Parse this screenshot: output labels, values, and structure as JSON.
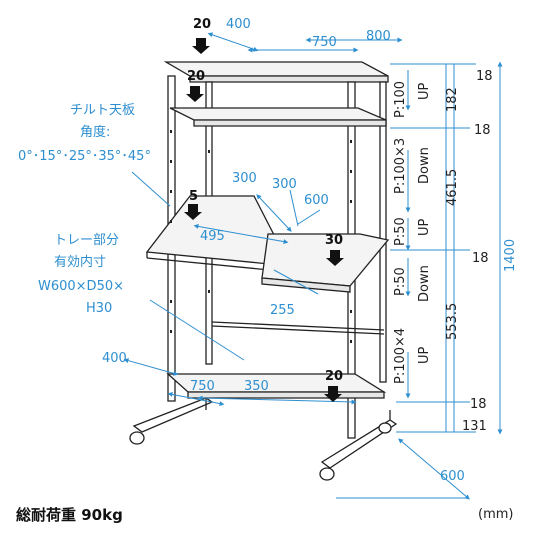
{
  "colors": {
    "dimension_blue": "#2e8fd0",
    "frame": "#222222",
    "shelf_fill": "#f4f4f4"
  },
  "top_dims": {
    "d400": "400",
    "d750": "750",
    "d800": "800"
  },
  "shelf_depth_marks": {
    "top": "20",
    "second": "20",
    "tilt": "5",
    "tray": "30",
    "bottom": "20"
  },
  "tilt_note": {
    "line1": "チルト天板",
    "line2": "角度:",
    "line3": "0°･15°･25°･35°･45°"
  },
  "tray_note": {
    "line1": "トレー部分",
    "line2": "有効内寸",
    "line3": "W600×D50×",
    "line4": "H30"
  },
  "tilt_dims": {
    "d300a": "300",
    "d300b": "300",
    "d600": "600",
    "d495": "495",
    "d255": "255"
  },
  "bottom_dims": {
    "d400": "400",
    "d750": "750",
    "d350": "350"
  },
  "pitch_labels": {
    "p1": "P:100",
    "p1_dir": "UP",
    "p2": "P:100×3",
    "p2_dir": "Down",
    "p3": "P:50",
    "p3_dir": "UP",
    "p4": "P:50",
    "p4_dir": "Down",
    "p5": "P:100×4",
    "p5_dir": "UP"
  },
  "right_dims": {
    "v18a": "18",
    "v182": "182",
    "v18b": "18",
    "v4615": "461.5",
    "v18c": "18",
    "v5535": "553.5",
    "v18d": "18",
    "v131": "131",
    "v1400": "1400",
    "v600": "600"
  },
  "footer": {
    "load": "総耐荷重 90kg",
    "unit": "(mm)"
  }
}
